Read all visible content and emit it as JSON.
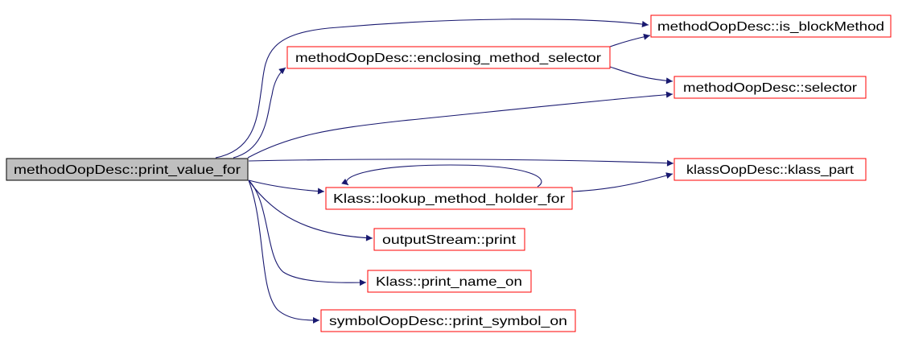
{
  "colors": {
    "edge": "#191970",
    "root_fill": "#bfbfbf",
    "root_border": "#000000",
    "node_fill": "#ffffff",
    "node_border": "#ff0000"
  },
  "nodes": {
    "root": "methodOopDesc::print_value_for",
    "is_block": "methodOopDesc::is_blockMethod",
    "enclosing": "methodOopDesc::enclosing_method_selector",
    "selector": "methodOopDesc::selector",
    "klass_part": "klassOopDesc::klass_part",
    "lookup": "Klass::lookup_method_holder_for",
    "output_print": "outputStream::print",
    "print_name": "Klass::print_name_on",
    "print_symbol": "symbolOopDesc::print_symbol_on"
  }
}
